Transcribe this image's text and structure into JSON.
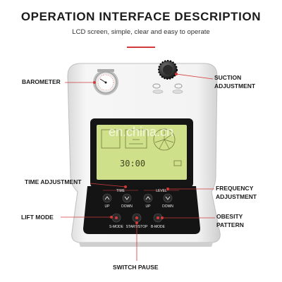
{
  "header": {
    "title": "OPERATION INTERFACE DESCRIPTION",
    "subtitle": "LCD screen, simple, clear and easy to operate"
  },
  "callouts": {
    "barometer": "BAROMETER",
    "suction_line1": "SUCTION",
    "suction_line2": "ADJUSTMENT",
    "time_adjustment": "TIME ADJUSTMENT",
    "frequency_line1": "FREQUENCY",
    "frequency_line2": "ADJUSTMENT",
    "lift_mode": "LIFT MODE",
    "obesity_line1": "OBESITY",
    "obesity_line2": "PATTERN",
    "switch_pause": "SWITCH PAUSE"
  },
  "device": {
    "watermark": "en.china.cn",
    "lcd_time": "30:00",
    "panel": {
      "time_group": "TIME",
      "level_group": "LEVEL",
      "up": "UP",
      "down": "DOWN",
      "s_mode": "S-MODE",
      "start_stop": "START/STOP",
      "b_mode": "B-MODE"
    }
  },
  "colors": {
    "accent_red": "#d23b3b",
    "lcd_green": "#cfe08a",
    "panel_black": "#141414"
  }
}
